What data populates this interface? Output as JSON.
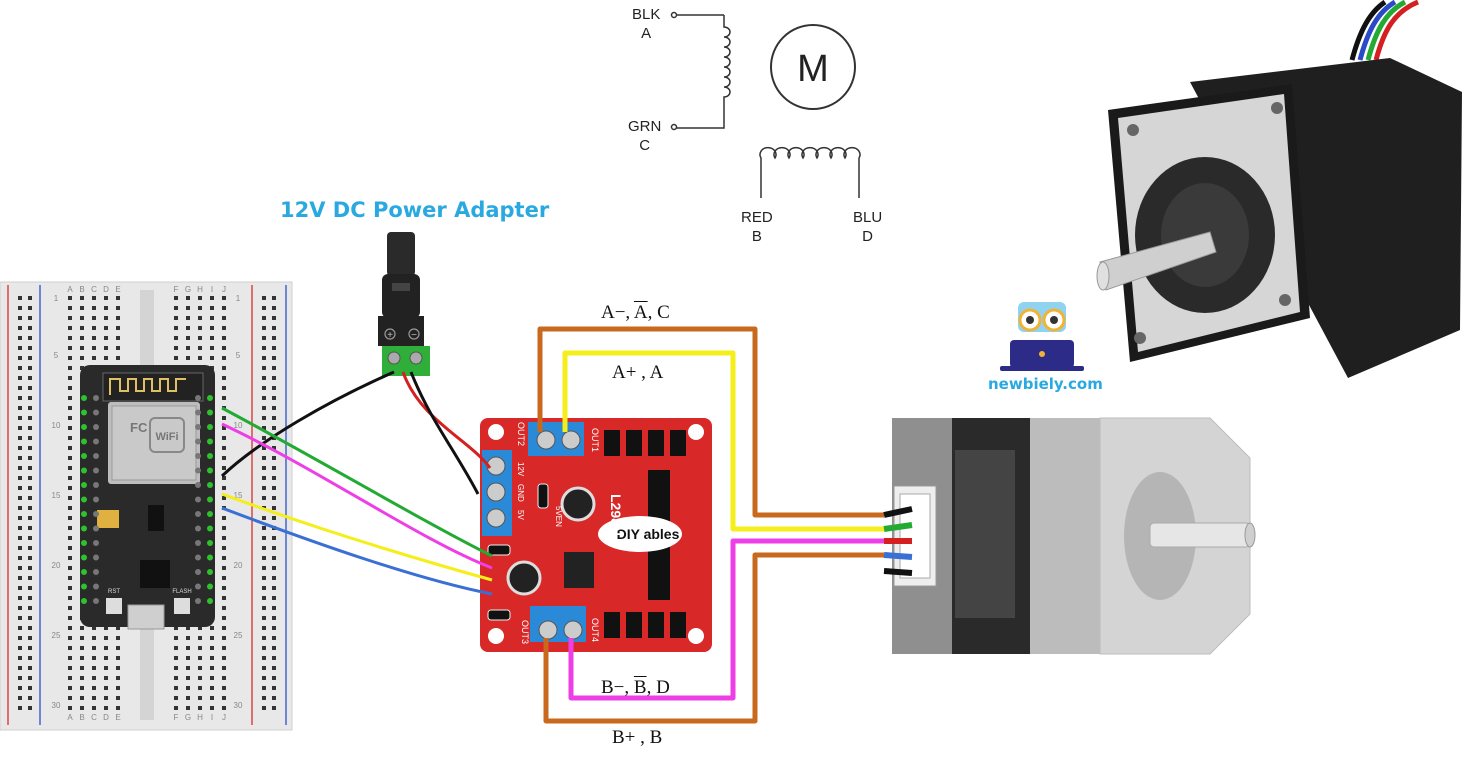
{
  "title": "12V DC Power Adapter",
  "schematic": {
    "motor_symbol": "M",
    "coil1": [
      {
        "wire": "BLK",
        "letter": "A"
      },
      {
        "wire": "GRN",
        "letter": "C"
      }
    ],
    "coil2": [
      {
        "wire": "RED",
        "letter": "B"
      },
      {
        "wire": "BLU",
        "letter": "D"
      }
    ]
  },
  "connections": {
    "top_outer": {
      "prefix": "A−, ",
      "overline": "A",
      "suffix": ", C"
    },
    "top_inner": "A+ , A",
    "bottom_inner": {
      "prefix": "B−, ",
      "overline": "B",
      "suffix": ", D"
    },
    "bottom_outer": "B+ , B"
  },
  "driver_board": {
    "chip": "L298N",
    "logo": "DIY ables",
    "labels": [
      "OUT1",
      "OUT2",
      "OUT3",
      "OUT4",
      "12V",
      "GND",
      "5V",
      "5VEN"
    ]
  },
  "logo": {
    "text": "newbiely.com"
  },
  "esp_board": {
    "shield": "WiFi",
    "buttons": [
      "RST",
      "FLASH"
    ]
  },
  "breadboard": {
    "columns": [
      "A",
      "B",
      "C",
      "D",
      "E",
      "F",
      "G",
      "H",
      "I",
      "J"
    ],
    "rows": [
      "1",
      "5",
      "10",
      "15",
      "20",
      "25",
      "30"
    ]
  },
  "colors": {
    "title": "#29a9e0",
    "wire_orange": "#c8691e",
    "wire_yellow": "#f4ee1b",
    "wire_magenta": "#ee3fe6",
    "wire_green": "#22aa33",
    "wire_blue": "#3a6fd4",
    "wire_black": "#111111",
    "wire_red": "#d42020",
    "board_red": "#d82828"
  }
}
